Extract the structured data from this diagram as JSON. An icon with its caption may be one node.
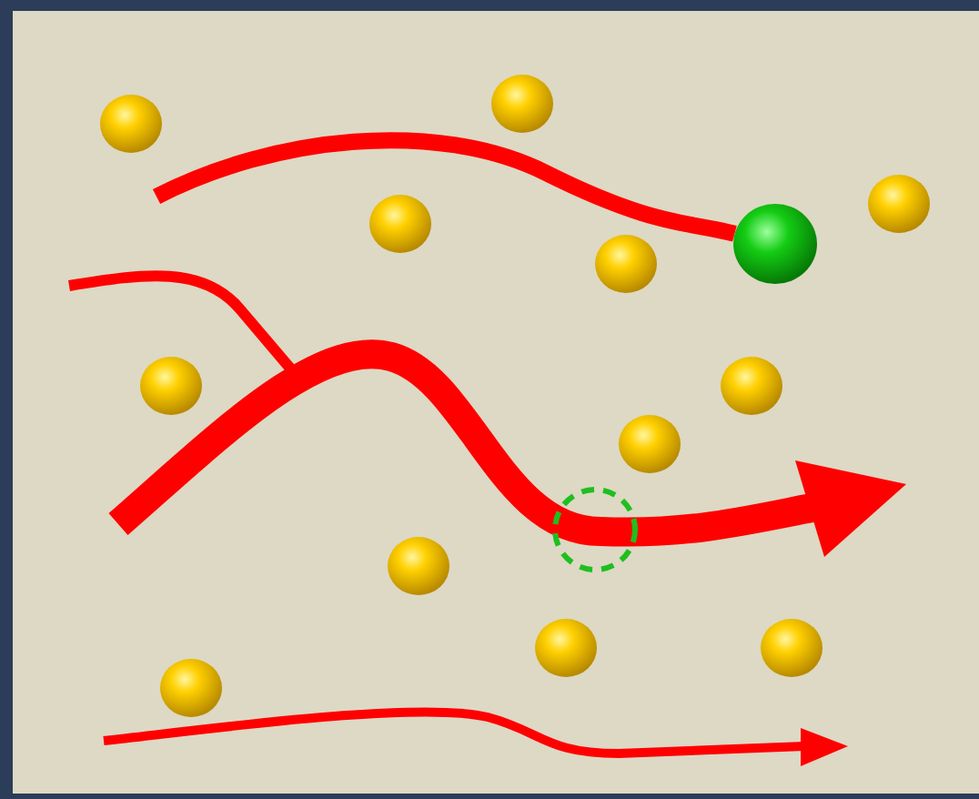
{
  "diagram": {
    "nodes": [
      {
        "text": [],
        "shape": "circle"
      },
      {
        "text": [],
        "shape": "circle"
      },
      {
        "text": [],
        "shape": "circle"
      },
      {
        "text": [],
        "shape": "circle"
      },
      {
        "text": [],
        "shape": "circle"
      },
      {
        "text": [],
        "shape": "circle"
      },
      {
        "text": [],
        "shape": "circle"
      },
      {
        "text": [],
        "shape": "circle"
      },
      {
        "text": [],
        "shape": "circle"
      },
      {
        "text": [],
        "shape": "circle"
      },
      {
        "text": [],
        "shape": "circle"
      },
      {
        "text": [],
        "shape": "circle"
      },
      {
        "text": [],
        "shape": "circle"
      }
    ],
    "edges": [
      {
        "from": null,
        "to": 4,
        "arrow": "none"
      }
    ]
  }
}
